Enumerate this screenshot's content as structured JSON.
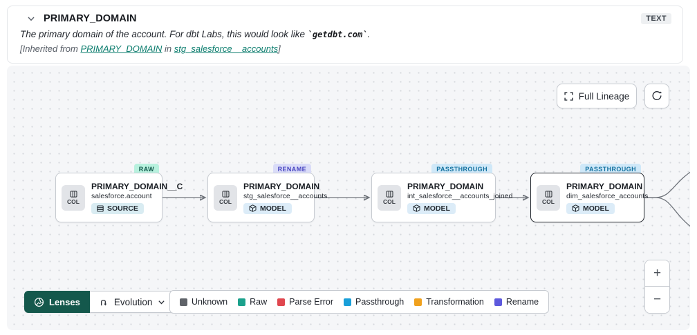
{
  "header": {
    "title": "PRIMARY_DOMAIN",
    "type_badge": "TEXT",
    "description_prefix": "The primary domain of the account. For dbt Labs, this would look like ",
    "description_code": "`getdbt.com`",
    "description_suffix": ".",
    "inherited_prefix": "[Inherited from ",
    "inherited_link1": "PRIMARY_DOMAIN",
    "inherited_mid": " in ",
    "inherited_link2": "stg_salesforce__accounts",
    "inherited_suffix": "]"
  },
  "toolbar": {
    "full_lineage_label": "Full Lineage"
  },
  "nodes": [
    {
      "name": "PRIMARY_DOMAIN__C",
      "model": "salesforce.account",
      "kind": "SOURCE",
      "tag": "RAW",
      "col_label": "COL",
      "selected": false
    },
    {
      "name": "PRIMARY_DOMAIN",
      "model": "stg_salesforce__accounts",
      "kind": "MODEL",
      "tag": "RENAME",
      "col_label": "COL",
      "selected": false
    },
    {
      "name": "PRIMARY_DOMAIN",
      "model": "int_salesforce__accounts_joined",
      "kind": "MODEL",
      "tag": "PASSTHROUGH",
      "col_label": "COL",
      "selected": false
    },
    {
      "name": "PRIMARY_DOMAIN",
      "model": "dim_salesforce_accounts",
      "kind": "MODEL",
      "tag": "PASSTHROUGH",
      "col_label": "COL",
      "selected": true
    }
  ],
  "lenses": {
    "label": "Lenses",
    "selected_lens": "Evolution"
  },
  "legend": [
    {
      "label": "Unknown",
      "color": "#5f6369"
    },
    {
      "label": "Raw",
      "color": "#1ba18c"
    },
    {
      "label": "Parse Error",
      "color": "#e0474f"
    },
    {
      "label": "Passthrough",
      "color": "#199fd9"
    },
    {
      "label": "Transformation",
      "color": "#f0a11e"
    },
    {
      "label": "Rename",
      "color": "#5d59dd"
    }
  ],
  "zoom_controls": {
    "zoom_in": "+",
    "zoom_out": "−"
  },
  "icons": {
    "chevron-down": "⌄",
    "expand": "⛶",
    "refresh": "⟳",
    "lenses": "◎",
    "route": "⇅",
    "column": "▥",
    "source": "≡",
    "model": "⬡"
  }
}
